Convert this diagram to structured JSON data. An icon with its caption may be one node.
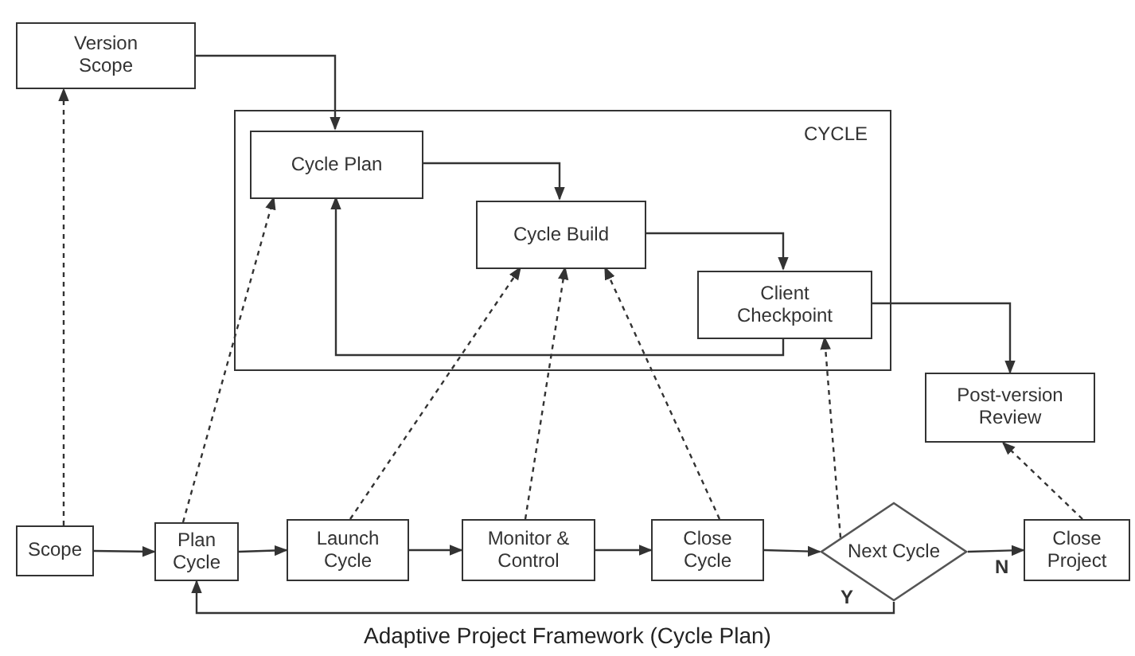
{
  "diagram": {
    "caption": "Adaptive Project Framework (Cycle Plan)",
    "nodes": [
      {
        "text": [
          "Version Scope"
        ]
      },
      {
        "text": [
          "CYCLE"
        ]
      },
      {
        "text": [
          "Cycle Plan"
        ],
        "in": 1
      },
      {
        "text": [
          "Cycle Build"
        ],
        "in": 1
      },
      {
        "text": [
          "Client Checkpoint"
        ],
        "in": 1
      },
      {
        "text": [
          "Post-version Review"
        ]
      },
      {
        "text": [
          "Scope"
        ]
      },
      {
        "text": [
          "Plan Cycle"
        ]
      },
      {
        "text": [
          "Launch Cycle"
        ]
      },
      {
        "text": [
          "Monitor & Control"
        ]
      },
      {
        "text": [
          "Close Cycle"
        ]
      },
      {
        "text": [
          "Next Cycle"
        ]
      },
      {
        "text": [
          "Close Project"
        ]
      }
    ],
    "edges": [
      {
        "from": 0,
        "to": 2,
        "arrow": "to"
      },
      {
        "from": 2,
        "to": 3,
        "arrow": "to"
      },
      {
        "from": 3,
        "to": 4,
        "arrow": "to"
      },
      {
        "from": 4,
        "to": 2,
        "arrow": "to"
      },
      {
        "from": 4,
        "to": 5,
        "arrow": "to"
      },
      {
        "from": 6,
        "to": 0,
        "arrow": "to",
        "style": "dashed"
      },
      {
        "from": 7,
        "to": 2,
        "arrow": "to",
        "style": "dashed"
      },
      {
        "from": 8,
        "to": 3,
        "arrow": "to",
        "style": "dashed"
      },
      {
        "from": 9,
        "to": 3,
        "arrow": "to",
        "style": "dashed"
      },
      {
        "from": 10,
        "to": 3,
        "arrow": "to",
        "style": "dashed"
      },
      {
        "from": 11,
        "to": 4,
        "arrow": "to",
        "style": "dashed"
      },
      {
        "from": 12,
        "to": 5,
        "arrow": "to",
        "style": "dashed"
      },
      {
        "from": 6,
        "to": 7,
        "arrow": "to"
      },
      {
        "from": 7,
        "to": 8,
        "arrow": "to"
      },
      {
        "from": 8,
        "to": 9,
        "arrow": "to"
      },
      {
        "from": 9,
        "to": 10,
        "arrow": "to"
      },
      {
        "from": 10,
        "to": 11,
        "arrow": "to"
      },
      {
        "from": 11,
        "to": 12,
        "arrow": "to",
        "label": "N"
      },
      {
        "from": 11,
        "to": 7,
        "arrow": "to",
        "label": "Y"
      }
    ]
  }
}
